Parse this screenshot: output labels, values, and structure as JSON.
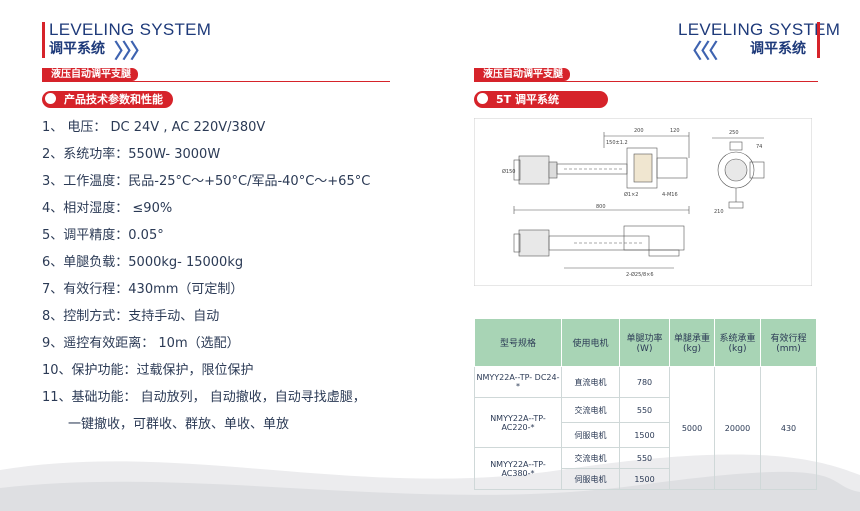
{
  "left_header": {
    "title_en": "LEVELING SYSTEM",
    "title_cn": "调平系统",
    "chevrons": "〉〉〉"
  },
  "right_header": {
    "title_en": "LEVELING SYSTEM",
    "title_cn": "调平系统",
    "chevrons": "〈〈〈"
  },
  "left_tab": "液压自动调平支腿",
  "right_tab": "液压自动调平支腿",
  "left_section": "产品技术参数和性能",
  "right_section": "5T 调平系统",
  "specs": [
    "1、 电压： DC 24V , AC 220V/380V",
    "2、系统功率：550W- 3000W",
    "3、工作温度：民品-25°C～+50°C/军品-40°C～+65°C",
    "4、相对湿度： ≤90%",
    "5、调平精度：0.05°",
    "6、单腿负载：5000kg- 15000kg",
    "7、有效行程：430mm（可定制）",
    "8、控制方式：支持手动、自动",
    "9、遥控有效距离： 10m（选配）",
    "10、保护功能：过载保护，限位保护",
    "11、基础功能： 自动放列， 自动撤收，自动寻找虚腿，",
    "一键撤收，可群收、群放、单收、单放"
  ],
  "drawing_labels": {
    "top_dims": [
      "200",
      "120",
      "250"
    ],
    "width_dim": "800",
    "small_dims": [
      "150±1.2",
      "Ø1×2",
      "4-M16",
      "74",
      "210",
      "Ø150",
      "2-Ø25/8×6"
    ]
  },
  "table": {
    "headers": [
      "型号规格",
      "使用电机",
      "单腿功率\n(W)",
      "单腿承重\n(kg)",
      "系统承重\n(kg)",
      "有效行程\n(mm)"
    ],
    "models": [
      "NMYY22A--TP- DC24-*",
      "NMYY22A--TP- AC220-*",
      "NMYY22A--TP- AC380-*"
    ],
    "motors": [
      "直流电机",
      "交流电机",
      "伺服电机",
      "交流电机",
      "伺服电机"
    ],
    "powers": [
      "780",
      "550",
      "1500",
      "550",
      "1500"
    ],
    "leg_load": "5000",
    "system_load": "20000",
    "stroke": "430"
  },
  "colors": {
    "accent_red": "#d6232a",
    "header_blue": "#1e3a7a",
    "table_header": "#a8d4b5"
  }
}
